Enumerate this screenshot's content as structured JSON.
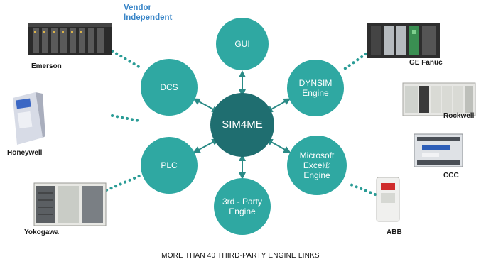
{
  "tagline": "Vendor\nIndependent",
  "center": "SIM4ME",
  "nodes": {
    "gui": "GUI",
    "dcs": "DCS",
    "dynsim": "DYNSIM\nEngine",
    "plc": "PLC",
    "excel": "Microsoft\nExcel®\nEngine",
    "third_party": "3rd - Party\nEngine"
  },
  "vendors": {
    "emerson": "Emerson",
    "honeywell": "Honeywell",
    "yokogawa": "Yokogawa",
    "ge_fanuc": "GE Fanuc",
    "rockwell": "Rockwell",
    "ccc": "CCC",
    "abb": "ABB"
  },
  "footer": "MORE THAN 40 THIRD-PARTY ENGINE LINKS",
  "colors": {
    "node": "#2fa8a2",
    "center": "#1f6e70",
    "tagline": "#3a86c8",
    "dots": "#2a9c96",
    "arrow": "#2a8a86"
  }
}
